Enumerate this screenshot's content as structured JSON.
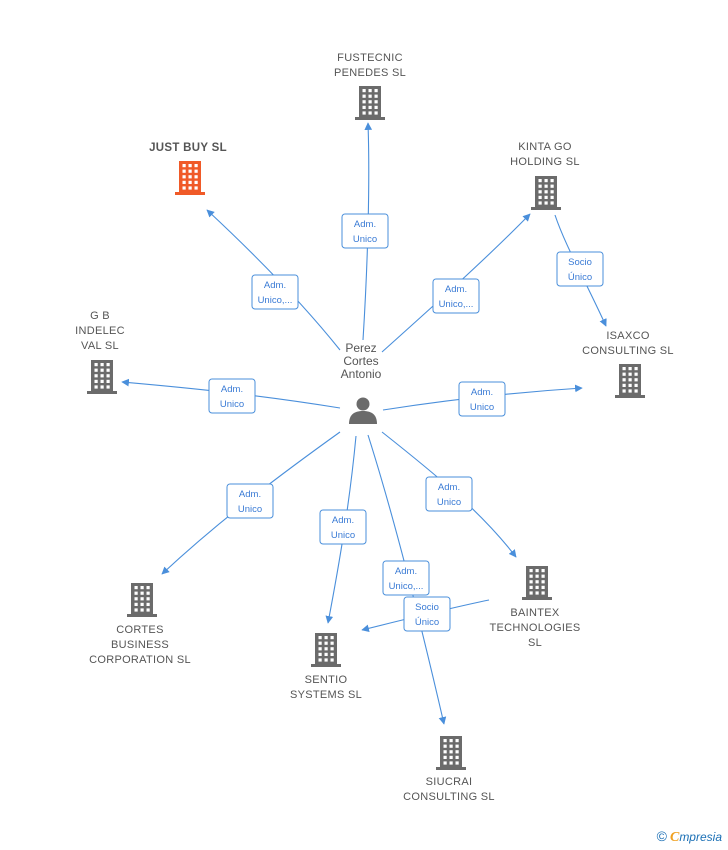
{
  "center": {
    "name_lines": [
      "Perez",
      "Cortes",
      "Antonio"
    ],
    "icon": "person-icon"
  },
  "colors": {
    "edge": "#4a8fdb",
    "building": "#6b6b6b",
    "highlight": "#f05a28",
    "text": "#555555"
  },
  "nodes": [
    {
      "id": "fustecnic",
      "lines": [
        "FUSTECNIC",
        "PENEDES  SL"
      ],
      "icon": "building-icon",
      "highlight": false
    },
    {
      "id": "justbuy",
      "lines": [
        "JUST BUY  SL"
      ],
      "icon": "building-icon",
      "highlight": true
    },
    {
      "id": "kinta",
      "lines": [
        "KINTA GO",
        "HOLDING  SL"
      ],
      "icon": "building-icon",
      "highlight": false
    },
    {
      "id": "isaxco",
      "lines": [
        "ISAXCO",
        "CONSULTING SL"
      ],
      "icon": "building-icon",
      "highlight": false
    },
    {
      "id": "gb",
      "lines": [
        "G B",
        "INDELEC",
        "VAL SL"
      ],
      "icon": "building-icon",
      "highlight": false
    },
    {
      "id": "cortes",
      "lines": [
        "CORTES",
        "BUSINESS",
        "CORPORATION SL"
      ],
      "icon": "building-icon",
      "highlight": false
    },
    {
      "id": "sentio",
      "lines": [
        "SENTIO",
        "SYSTEMS  SL"
      ],
      "icon": "building-icon",
      "highlight": false
    },
    {
      "id": "baintex",
      "lines": [
        "BAINTEX",
        "TECHNOLOGIES",
        "SL"
      ],
      "icon": "building-icon",
      "highlight": false
    },
    {
      "id": "siucrai",
      "lines": [
        "SIUCRAI",
        "CONSULTING SL"
      ],
      "icon": "building-icon",
      "highlight": false
    }
  ],
  "edges": [
    {
      "id": "e-fustecnic",
      "lines": [
        "Adm.",
        "Unico"
      ]
    },
    {
      "id": "e-justbuy",
      "lines": [
        "Adm.",
        "Unico,..."
      ]
    },
    {
      "id": "e-kinta",
      "lines": [
        "Adm.",
        "Unico,..."
      ]
    },
    {
      "id": "e-kinta-isaxco",
      "lines": [
        "Socio",
        "Único"
      ]
    },
    {
      "id": "e-gb",
      "lines": [
        "Adm.",
        "Unico"
      ]
    },
    {
      "id": "e-isaxco",
      "lines": [
        "Adm.",
        "Unico"
      ]
    },
    {
      "id": "e-cortes",
      "lines": [
        "Adm.",
        "Unico"
      ]
    },
    {
      "id": "e-sentio",
      "lines": [
        "Adm.",
        "Unico"
      ]
    },
    {
      "id": "e-baintex",
      "lines": [
        "Adm.",
        "Unico"
      ]
    },
    {
      "id": "e-siucrai",
      "lines": [
        "Adm.",
        "Unico,..."
      ]
    },
    {
      "id": "e-baintex-sentio",
      "lines": [
        "Socio",
        "Único"
      ]
    }
  ],
  "footer": {
    "copyright": "©",
    "brand_initial": "C",
    "brand_rest": "mpresia"
  }
}
